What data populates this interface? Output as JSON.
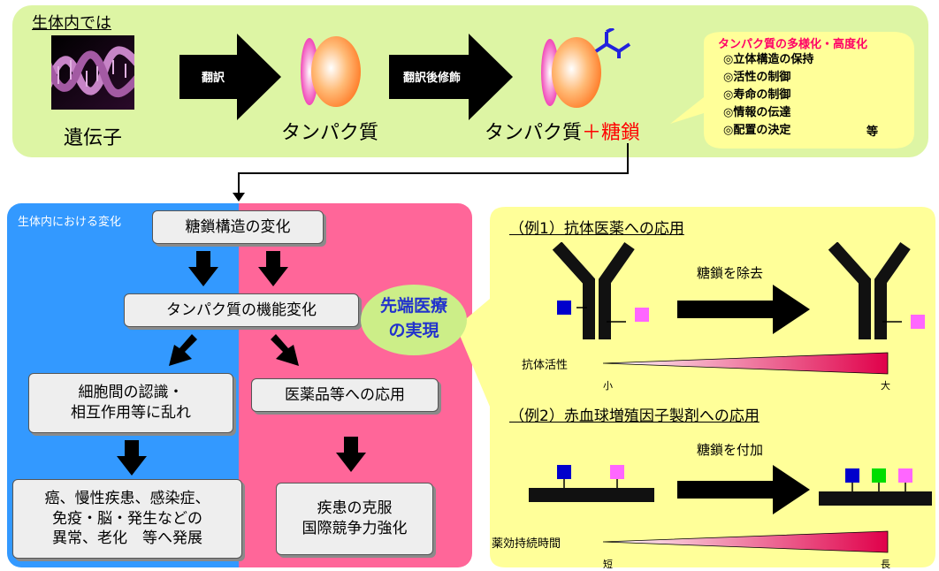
{
  "colors": {
    "top_panel": "#ddf5a4",
    "left_panel": "#3399ff",
    "mid_panel": "#ff6699",
    "right_panel": "#ffff99",
    "oval": "#ccee88",
    "oval_text": "#2233cc",
    "sugar_red": "#ff0000",
    "magenta_text": "#ff0066",
    "square_blue": "#0000cc",
    "square_pink": "#ff66ff",
    "square_green": "#00dd00"
  },
  "top": {
    "heading": "生体内では",
    "gene_label": "遺伝子",
    "arrow1_label": "翻訳",
    "protein_label": "タンパク質",
    "arrow2_label": "翻訳後修飾",
    "protein_sugar_part1": "タンパク質",
    "protein_sugar_part2": "＋糖鎖",
    "callout": {
      "title": "タンパク質の多様化・高度化",
      "items": [
        "◎立体構造の保持",
        "◎活性の制御",
        "◎寿命の制御",
        "◎情報の伝達",
        "◎配置の決定"
      ],
      "suffix": "等"
    }
  },
  "flow": {
    "left_heading": "生体内における変化",
    "box_sugar_change": "糖鎖構造の変化",
    "box_protein_change": "タンパク質の機能変化",
    "box_cell": "細胞間の認識・\n相互作用等に乱れ",
    "box_disease": "癌、慢性疾患、感染症、\n免疫・脳・発生などの\n異常、老化　等へ発展",
    "box_medicine": "医薬品等への応用",
    "box_overcome": "疾患の克服\n国際競争力強化",
    "oval": "先端医療\nの実現"
  },
  "example1": {
    "heading": "（例1）抗体医薬への応用",
    "arrow_label": "糖鎖を除去",
    "scale_label": "抗体活性",
    "scale_min": "小",
    "scale_max": "大"
  },
  "example2": {
    "heading": "（例2）赤血球増殖因子製剤への応用",
    "arrow_label": "糖鎖を付加",
    "scale_label": "薬効持続時間",
    "scale_min": "短",
    "scale_max": "長"
  }
}
